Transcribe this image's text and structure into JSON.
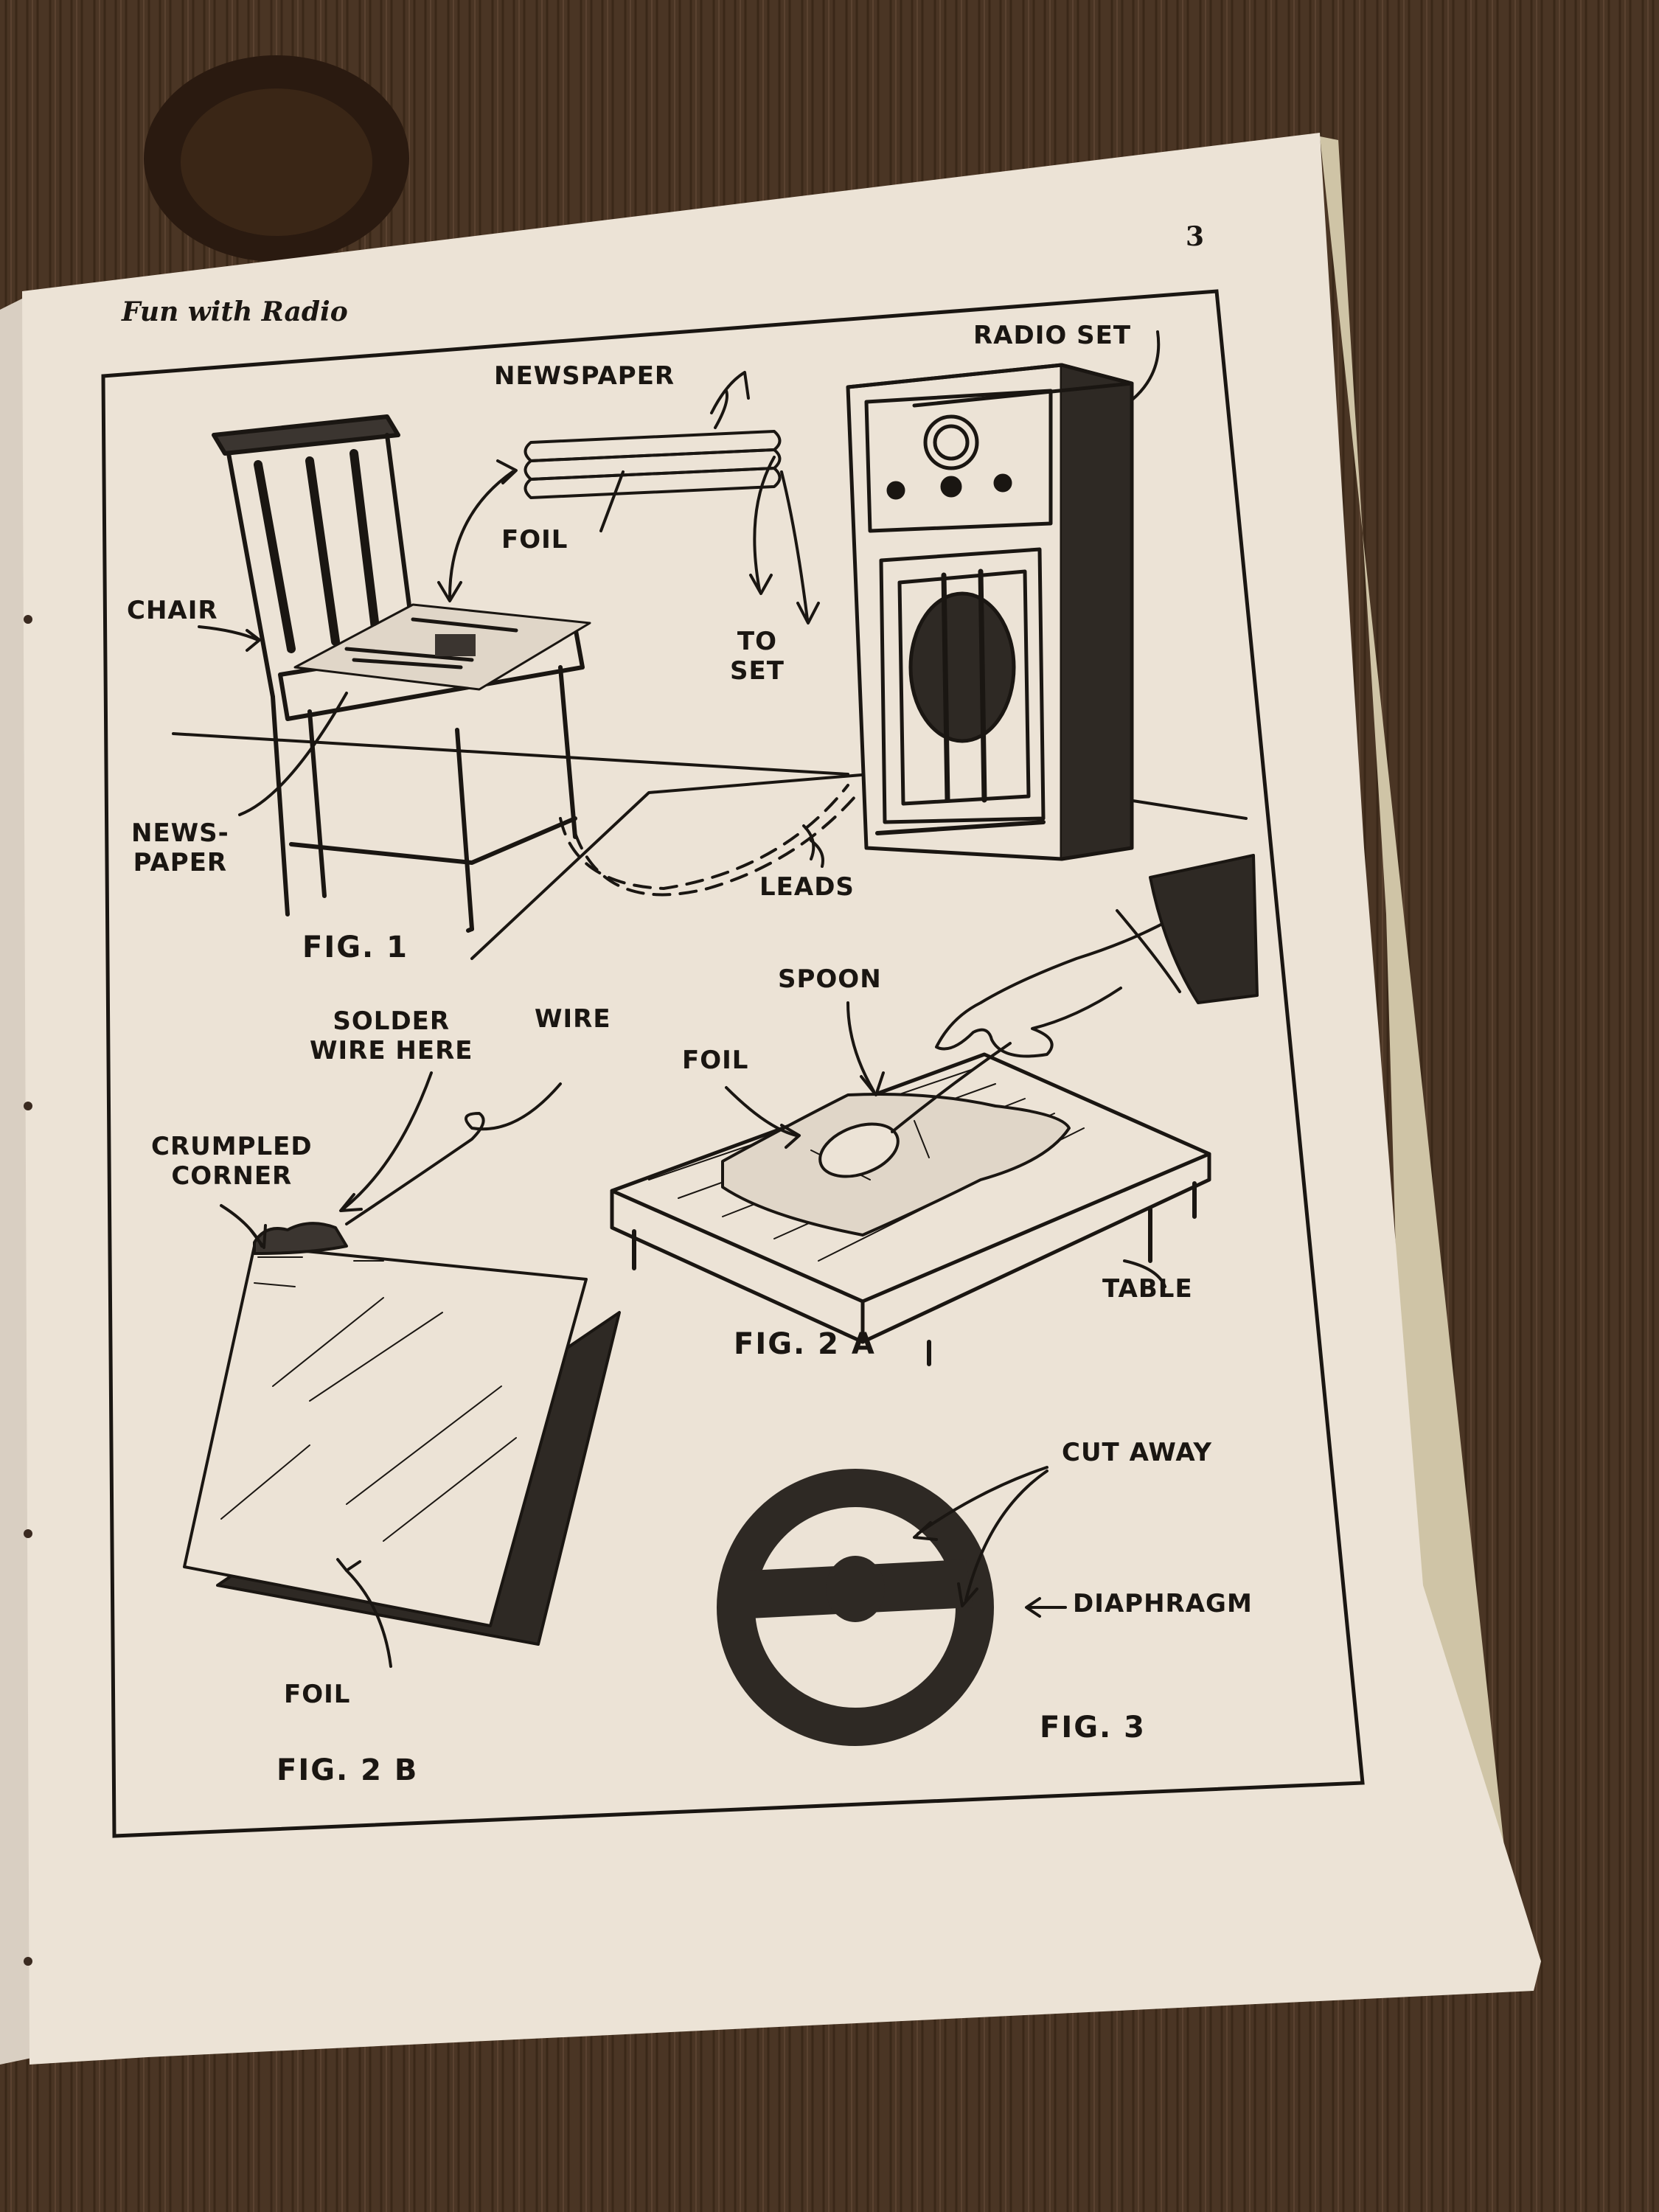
{
  "header": {
    "title": "Fun with Radio",
    "page_number": "3"
  },
  "figures": {
    "fig1": {
      "caption": "FIG. 1",
      "labels": {
        "newspaper_top": "NEWSPAPER",
        "radio_set": "RADIO SET",
        "foil": "FOIL",
        "to_set_line1": "TO",
        "to_set_line2": "SET",
        "chair": "CHAIR",
        "newspaper_line1": "NEWS-",
        "newspaper_line2": "PAPER",
        "leads": "LEADS"
      }
    },
    "fig2a": {
      "caption": "FIG. 2 A",
      "labels": {
        "spoon": "SPOON",
        "foil": "FOIL",
        "table": "TABLE"
      }
    },
    "fig2b": {
      "caption": "FIG. 2 B",
      "labels": {
        "solder_line1": "SOLDER",
        "solder_line2": "WIRE HERE",
        "wire": "WIRE",
        "crumpled_line1": "CRUMPLED",
        "crumpled_line2": "CORNER",
        "foil": "FOIL"
      }
    },
    "fig3": {
      "caption": "FIG. 3",
      "labels": {
        "cut_away": "CUT AWAY",
        "diaphragm": "DIAPHRAGM"
      }
    }
  },
  "colors": {
    "wood": "#4a3524",
    "paper": "#ece3d6",
    "ink": "#1a1612"
  }
}
